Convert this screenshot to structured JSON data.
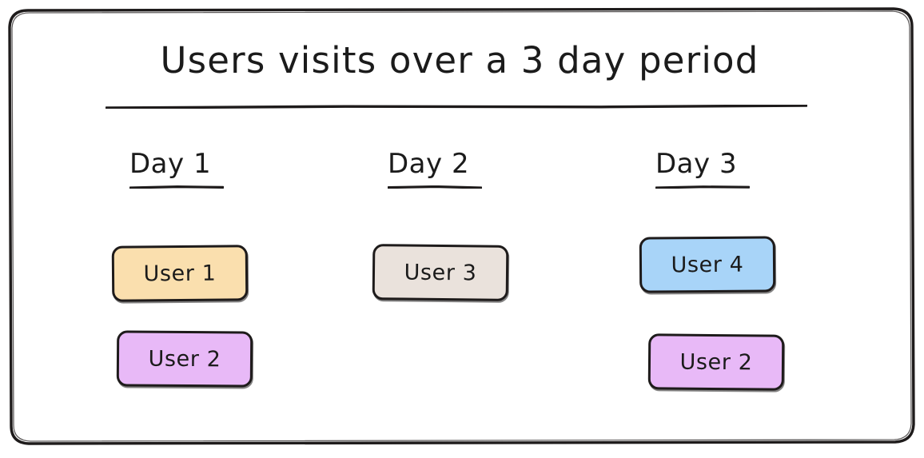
{
  "diagram": {
    "title": "Users visits over a 3 day period",
    "frame": {
      "border_color": "#1e1b1b",
      "background": "#ffffff",
      "style": "hand-drawn-rounded-rectangle"
    },
    "title_rule": {
      "name": "title-underline",
      "color": "#1e1b1b"
    },
    "columns": [
      {
        "id": "day-1",
        "label": "Day 1",
        "cards": [
          {
            "id": "day1-user1",
            "label": "User 1",
            "fill": "#fadfae",
            "border": "#1e1b1b"
          },
          {
            "id": "day1-user2",
            "label": "User 2",
            "fill": "#e8b9f7",
            "border": "#1e1b1b"
          }
        ]
      },
      {
        "id": "day-2",
        "label": "Day 2",
        "cards": [
          {
            "id": "day2-user3",
            "label": "User 3",
            "fill": "#eae2dc",
            "border": "#1e1b1b"
          }
        ]
      },
      {
        "id": "day-3",
        "label": "Day 3",
        "cards": [
          {
            "id": "day3-user4",
            "label": "User 4",
            "fill": "#a8d4f8",
            "border": "#1e1b1b"
          },
          {
            "id": "day3-user2",
            "label": "User 2",
            "fill": "#e8b9f7",
            "border": "#1e1b1b"
          }
        ]
      }
    ]
  }
}
